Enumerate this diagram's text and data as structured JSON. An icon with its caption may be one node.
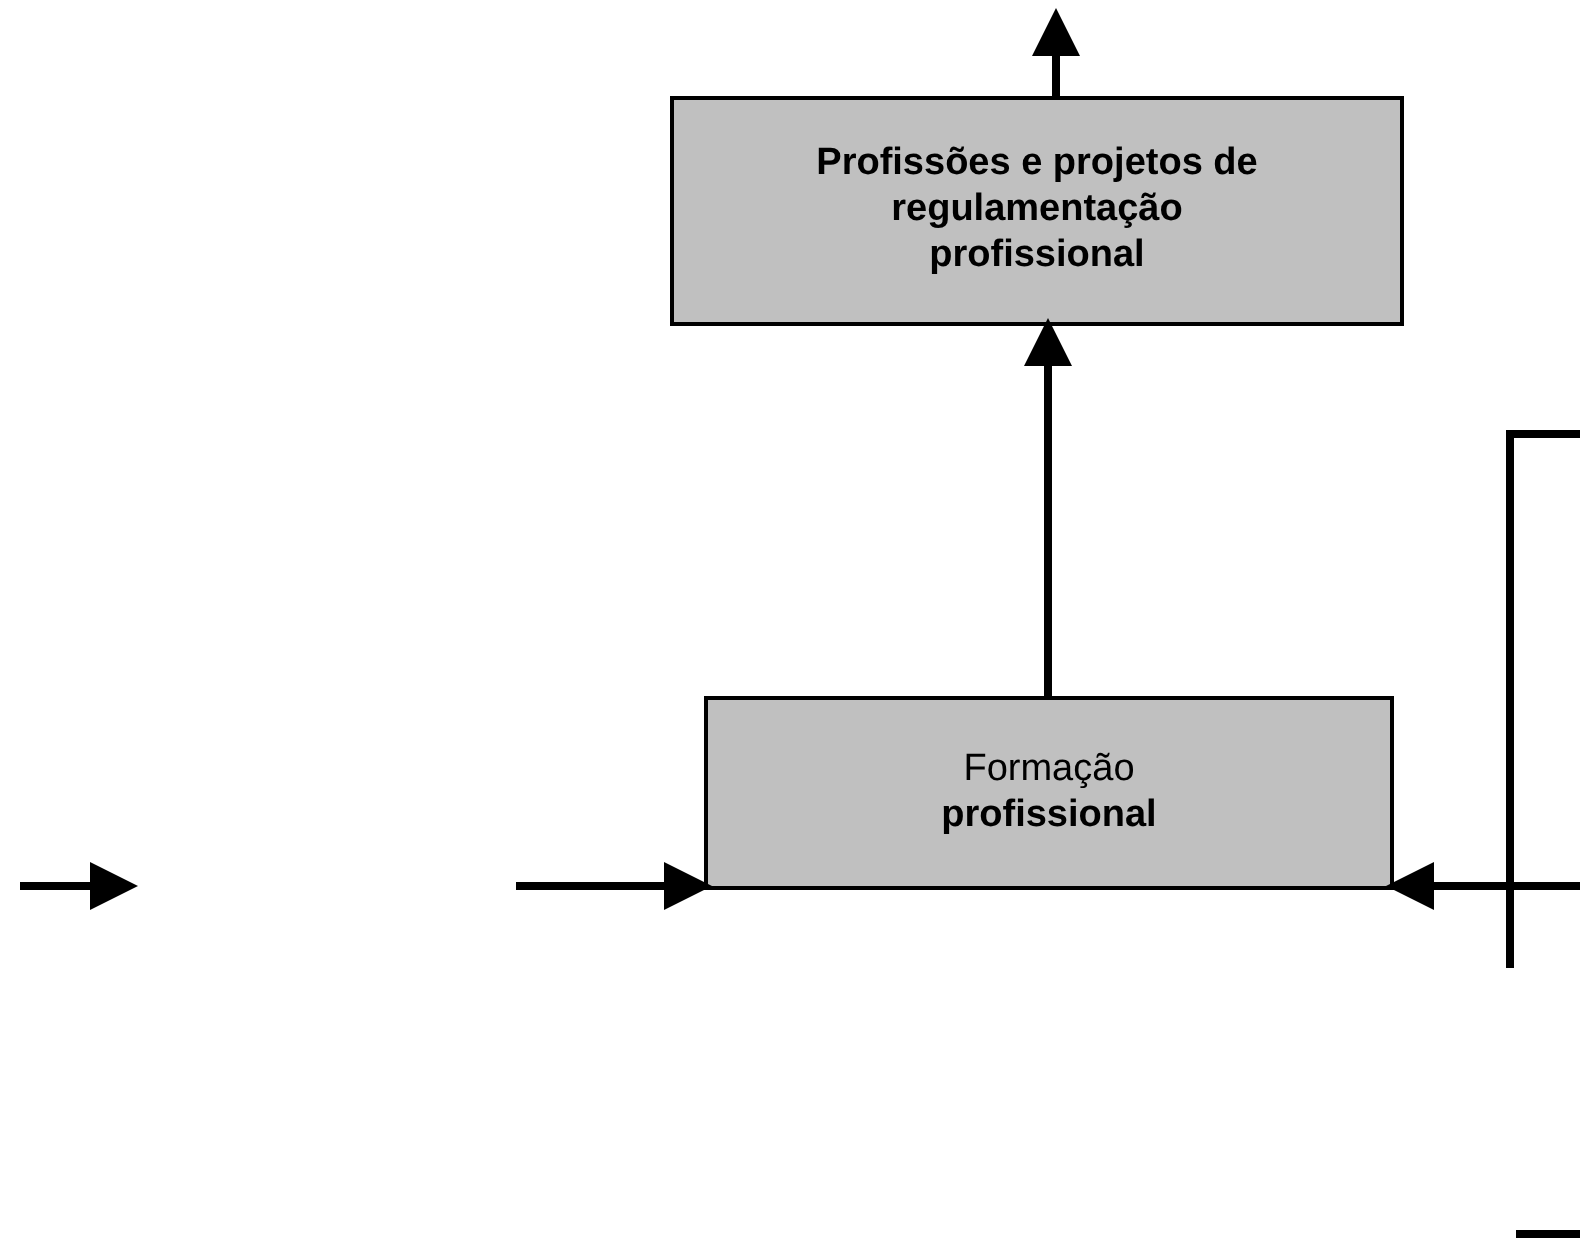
{
  "diagram": {
    "nodes": [
      {
        "text": [
          "Profissões e projetos de regulamentação profissional"
        ]
      },
      {
        "text": [
          "Formação **profissional**"
        ]
      }
    ],
    "edges": [
      {
        "from": 0,
        "to": null,
        "arrow": "to"
      },
      {
        "from": 1,
        "to": 0,
        "arrow": "to"
      },
      {
        "from": null,
        "to": 1,
        "arrow": "to"
      },
      {
        "from": null,
        "to": 1,
        "arrow": "to"
      }
    ]
  }
}
